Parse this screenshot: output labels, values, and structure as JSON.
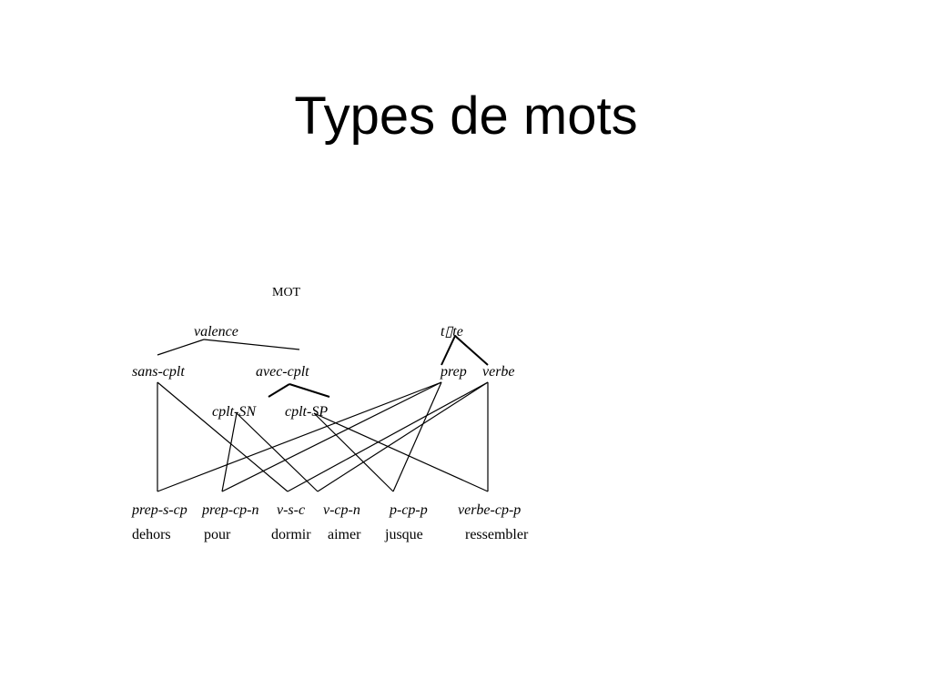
{
  "slide": {
    "title": "Types de mots"
  },
  "hierarchy": {
    "root": "MOT",
    "dimensions": [
      "valence",
      "t▯te"
    ],
    "valence_children": [
      "sans-cplt",
      "avec-cplt"
    ],
    "avec_cplt_children": [
      "cplt-SN",
      "cplt-SP"
    ],
    "tete_children": [
      "prep",
      "verbe"
    ]
  },
  "types": [
    {
      "type": "prep-s-cp",
      "example": "dehors"
    },
    {
      "type": "prep-cp-n",
      "example": "pour"
    },
    {
      "type": "v-s-c",
      "example": "dormir"
    },
    {
      "type": "v-cp-n",
      "example": "aimer"
    },
    {
      "type": "p-cp-p",
      "example": "jusque"
    },
    {
      "type": "verbe-cp-p",
      "example": "ressembler"
    }
  ]
}
